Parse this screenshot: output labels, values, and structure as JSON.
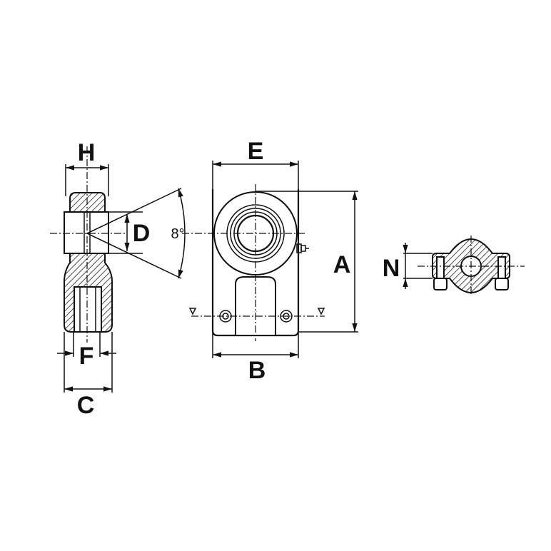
{
  "drawing": {
    "title": "Hydraulic cylinder rod end with welding flange - dimension drawing",
    "labels": {
      "H": "H",
      "D": "D",
      "angle": "8°",
      "E": "E",
      "A": "A",
      "N": "N",
      "F": "F",
      "C": "C",
      "B": "B"
    },
    "line_color": "#111111",
    "background": "#ffffff"
  }
}
